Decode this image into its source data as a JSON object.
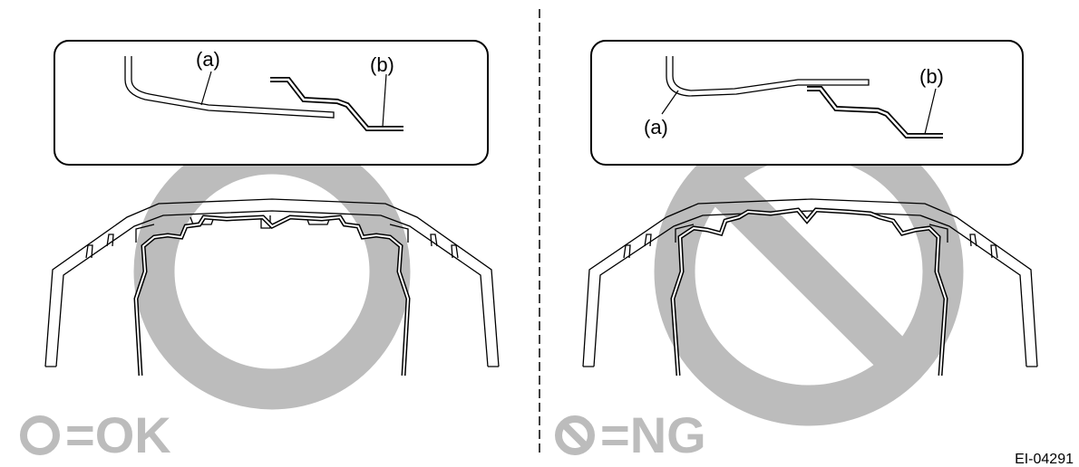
{
  "panels": {
    "left": {
      "label_a": "(a)",
      "label_b": "(b)",
      "result_label": "=OK",
      "result_symbol": "circle-ok-icon"
    },
    "right": {
      "label_a": "(a)",
      "label_b": "(b)",
      "result_label": "=NG",
      "result_symbol": "prohibited-ng-icon"
    }
  },
  "figure_code": "EI-04291",
  "colors": {
    "symbol_gray": "#bcbcbc",
    "line": "#000000",
    "background": "#ffffff"
  }
}
